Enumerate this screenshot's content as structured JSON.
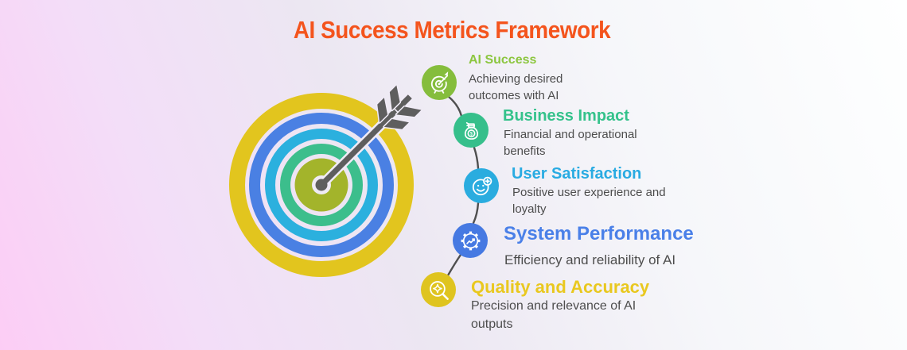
{
  "title": {
    "text": "AI Success Metrics Framework",
    "color": "#F4541D"
  },
  "items": [
    {
      "id": "ai-success",
      "heading": "AI Success",
      "description": "Achieving desired outcomes with AI",
      "accent_color": "#8CC63F",
      "icon_bg": "#85BD3C",
      "icon": "target-arrow-icon"
    },
    {
      "id": "business-impact",
      "heading": "Business Impact",
      "description": "Financial and operational benefits",
      "accent_color": "#34C28B",
      "icon_bg": "#36BF8B",
      "icon": "money-bag-icon"
    },
    {
      "id": "user-satisfaction",
      "heading": "User Satisfaction",
      "description": "Positive user experience and loyalty",
      "accent_color": "#29ABE2",
      "icon_bg": "#2AACDF",
      "icon": "smiley-plus-icon"
    },
    {
      "id": "system-performance",
      "heading": "System Performance",
      "description": "Efficiency and reliability of AI",
      "accent_color": "#4A80E8",
      "icon_bg": "#4679E2",
      "icon": "gear-chart-icon"
    },
    {
      "id": "quality-accuracy",
      "heading": "Quality and Accuracy",
      "description": "Precision and relevance of AI outputs",
      "accent_color": "#E9C81F",
      "icon_bg": "#DFC41F",
      "icon": "magnifier-sparkle-icon"
    }
  ],
  "artwork": {
    "description_color": "#4D4D4D",
    "connector_color": "#4F4F4F",
    "target": {
      "rings": [
        {
          "name": "outer",
          "color": "#E2C51E"
        },
        {
          "name": "second",
          "color": "#4A80E3"
        },
        {
          "name": "third",
          "color": "#2BB0DE"
        },
        {
          "name": "fourth",
          "color": "#3CBE8C"
        },
        {
          "name": "bull",
          "color": "#A3B42B"
        }
      ],
      "inner_ring_color": "#EFEAF5",
      "center_dot_color": "#5E5E5E",
      "arrow_color": "#5E5E5E",
      "arrow_outline_color": "#F1ECF7"
    }
  }
}
